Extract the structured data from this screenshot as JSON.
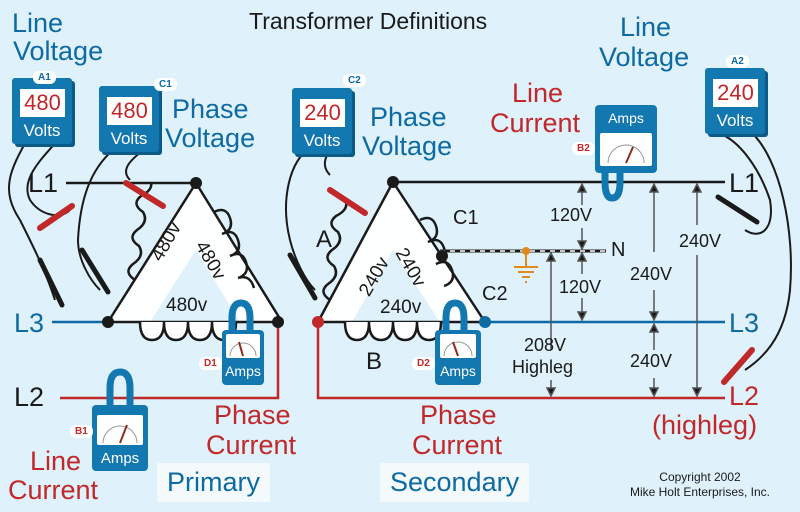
{
  "title": "Transformer Definitions",
  "colors": {
    "background": "#dff1fb",
    "blue": "#0d6aa3",
    "red": "#c0282a",
    "meter": "#1478b0",
    "ground": "#e08a1e",
    "wire_black": "#1a1a1a"
  },
  "labels": {
    "line_voltage_left": [
      "Line",
      "Voltage"
    ],
    "phase_voltage_primary": [
      "Phase",
      "Voltage"
    ],
    "phase_voltage_secondary": [
      "Phase",
      "Voltage"
    ],
    "line_current_secondary": [
      "Line",
      "Current"
    ],
    "line_voltage_right": [
      "Line",
      "Voltage"
    ],
    "phase_current_primary": [
      "Phase",
      "Current"
    ],
    "phase_current_secondary": [
      "Phase",
      "Current"
    ],
    "line_current_primary": [
      "Line",
      "Current"
    ],
    "highleg_note": "(highleg)",
    "primary": "Primary",
    "secondary": "Secondary",
    "copyright": [
      "Copyright 2002",
      "Mike Holt Enterprises, Inc."
    ]
  },
  "voltmeters": [
    {
      "id": "A1",
      "reading": "480",
      "unit": "Volts"
    },
    {
      "id": "C1",
      "reading": "480",
      "unit": "Volts"
    },
    {
      "id": "C2",
      "reading": "240",
      "unit": "Volts"
    },
    {
      "id": "A2",
      "reading": "240",
      "unit": "Volts"
    }
  ],
  "ammeters": [
    {
      "id": "B1",
      "unit": "Amps"
    },
    {
      "id": "D1",
      "unit": "Amps"
    },
    {
      "id": "D2",
      "unit": "Amps"
    },
    {
      "id": "B2",
      "unit": "Amps"
    }
  ],
  "primary": {
    "lines": {
      "l1": "L1",
      "l2": "L2",
      "l3": "L3"
    },
    "winding_voltages": [
      "480v",
      "480v",
      "480v"
    ]
  },
  "secondary": {
    "lines": {
      "l1": "L1",
      "l2": "L2",
      "l3": "L3",
      "n": "N"
    },
    "windings": {
      "a": "A",
      "b": "B",
      "c1": "C1",
      "c2": "C2"
    },
    "winding_voltages": [
      "240v",
      "240v",
      "240v"
    ],
    "measurements": {
      "l1_n": "120V",
      "n_l3": "120V",
      "l1_l3": "240V",
      "l1_l2": "240V",
      "l3_l2": "240V",
      "highleg_value": "208V",
      "highleg_label": "Highleg"
    }
  }
}
